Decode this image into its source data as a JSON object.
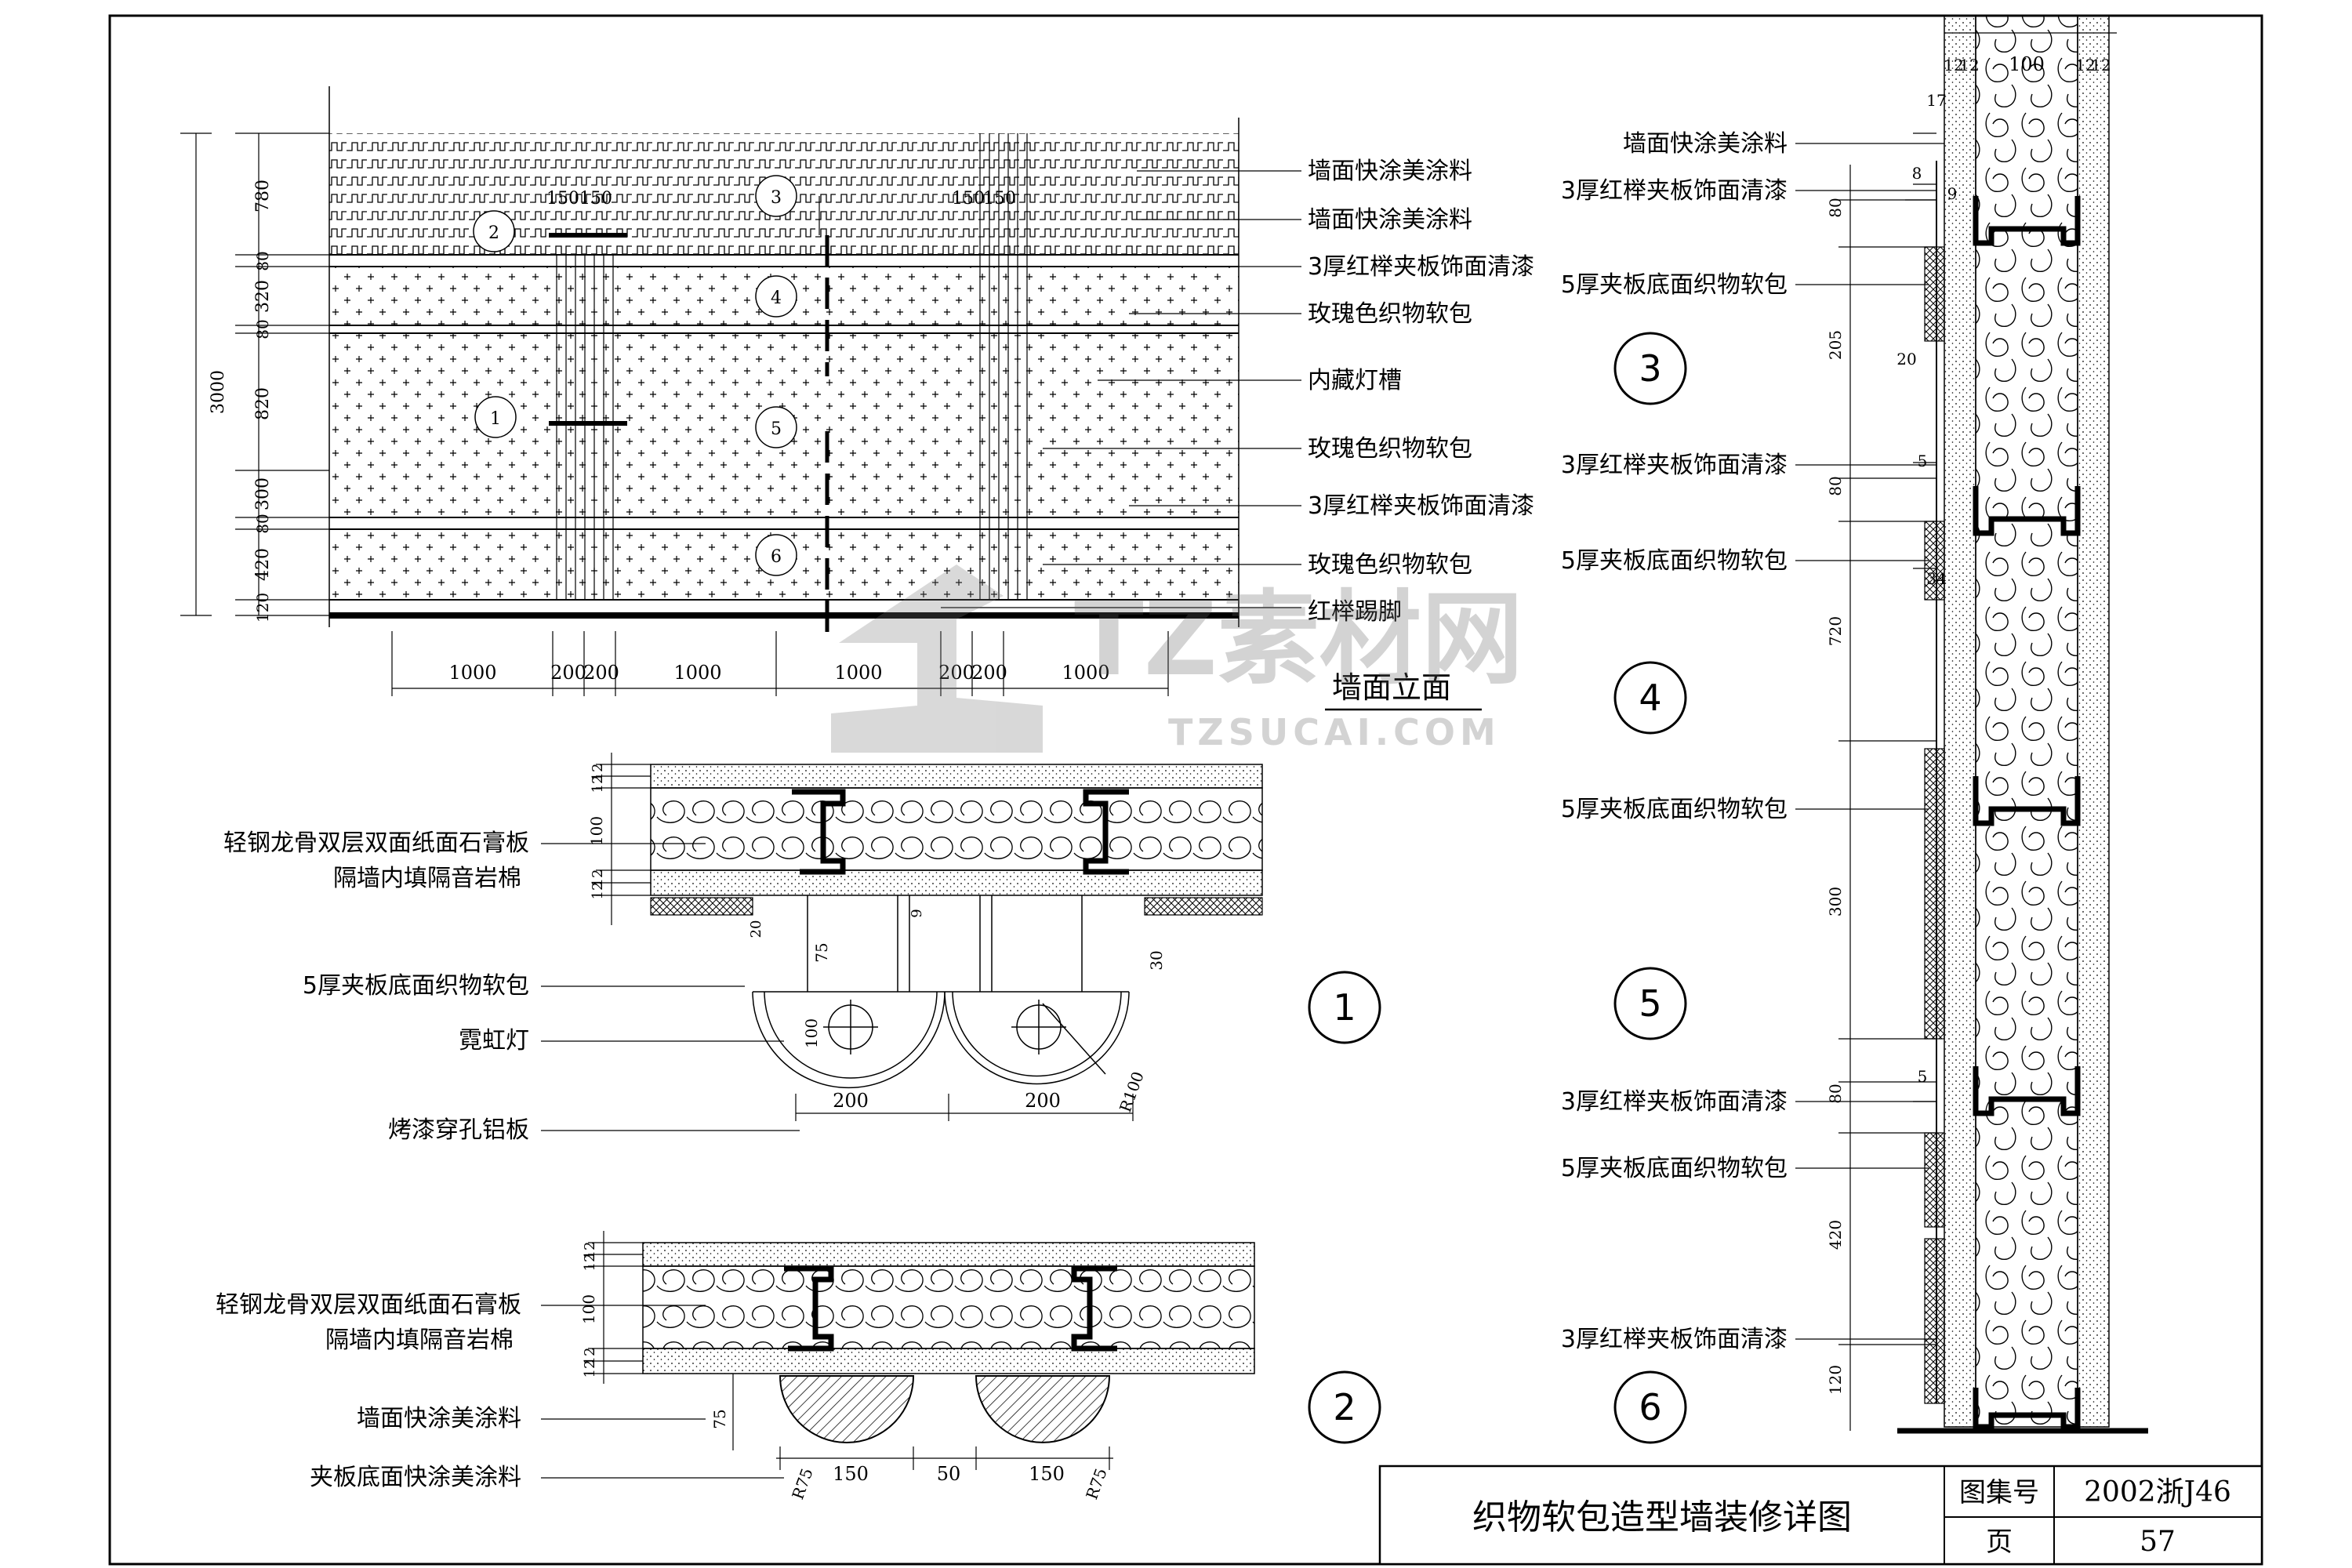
{
  "elevation": {
    "title": "墙面立面",
    "height_dims": [
      "780",
      "80",
      "320",
      "80",
      "820",
      "300",
      "80",
      "420",
      "120"
    ],
    "overall_height": "3000",
    "width_dims": [
      "1000",
      "200",
      "200",
      "1000",
      "1000",
      "200",
      "200",
      "1000"
    ],
    "top_dims": [
      "150",
      "150",
      "150",
      "150"
    ],
    "callouts": [
      "2",
      "1",
      "4",
      "3",
      "5",
      "6"
    ],
    "labels": [
      "墙面快涂美涂料",
      "墙面快涂美涂料",
      "3厚红榉夹板饰面清漆",
      "玫瑰色织物软包",
      "内藏灯槽",
      "玫瑰色织物软包",
      "3厚红榉夹板饰面清漆",
      "玫瑰色织物软包",
      "红榉踢脚"
    ]
  },
  "section1": {
    "number": "1",
    "labels": [
      "轻钢龙骨双层双面纸面石膏板",
      "隔墙内填隔音岩棉",
      "5厚夹板底面织物软包",
      "霓虹灯",
      "烤漆穿孔铝板"
    ],
    "dims": [
      "12",
      "12",
      "100",
      "12",
      "12",
      "20",
      "75",
      "9",
      "30",
      "100",
      "200",
      "200",
      "R100"
    ]
  },
  "section2": {
    "number": "2",
    "labels": [
      "轻钢龙骨双层双面纸面石膏板",
      "隔墙内填隔音岩棉",
      "墙面快涂美涂料",
      "夹板底面快涂美涂料"
    ],
    "dims": [
      "12",
      "12",
      "100",
      "12",
      "12",
      "75",
      "R75",
      "150",
      "50",
      "150",
      "R75"
    ]
  },
  "vsection": {
    "numbers": [
      "3",
      "4",
      "5",
      "6"
    ],
    "labels": [
      "墙面快涂美涂料",
      "3厚红榉夹板饰面清漆",
      "5厚夹板底面织物软包",
      "3厚红榉夹板饰面清漆",
      "5厚夹板底面织物软包",
      "5厚夹板底面织物软包",
      "3厚红榉夹板饰面清漆",
      "5厚夹板底面织物软包",
      "3厚红榉夹板饰面清漆"
    ],
    "top_dims": [
      "12",
      "12",
      "100",
      "12",
      "12"
    ],
    "small_dims": [
      "17",
      "8",
      "9",
      "20",
      "5",
      "34",
      "5"
    ],
    "height_dims": [
      "80",
      "205",
      "80",
      "720",
      "300",
      "80",
      "420",
      "120"
    ]
  },
  "title_block": {
    "title": "织物软包造型墙装修详图",
    "atlas_label": "图集号",
    "atlas_value": "2002浙J46",
    "page_label": "页",
    "page_value": "57"
  },
  "watermark": {
    "main": "TZ素材网",
    "sub": "TZSUCAI.COM"
  }
}
